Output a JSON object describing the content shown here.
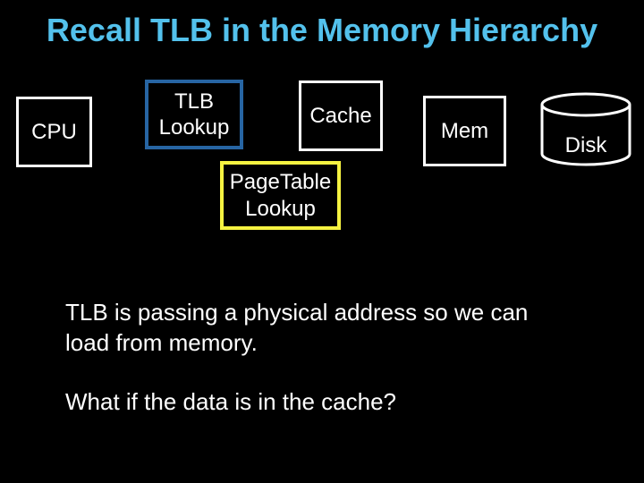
{
  "slide": {
    "title": "Recall TLB in the Memory Hierarchy",
    "colors": {
      "background": "#000000",
      "title": "#53c1ec",
      "text": "#ffffff",
      "box_border": "#ffffff",
      "tlb_border": "#2765a3",
      "pagetable_border": "#f5f241"
    },
    "diagram": {
      "nodes": {
        "cpu": {
          "label": "CPU"
        },
        "tlb": {
          "line1": "TLB",
          "line2": "Lookup"
        },
        "cache": {
          "label": "Cache"
        },
        "mem": {
          "label": "Mem"
        },
        "disk": {
          "label": "Disk"
        },
        "pagetable": {
          "line1": "PageTable",
          "line2": "Lookup"
        }
      }
    },
    "body": {
      "paragraph1": "TLB is passing a physical address so we can load from memory.",
      "paragraph2": "What if the data is in the cache?"
    }
  }
}
